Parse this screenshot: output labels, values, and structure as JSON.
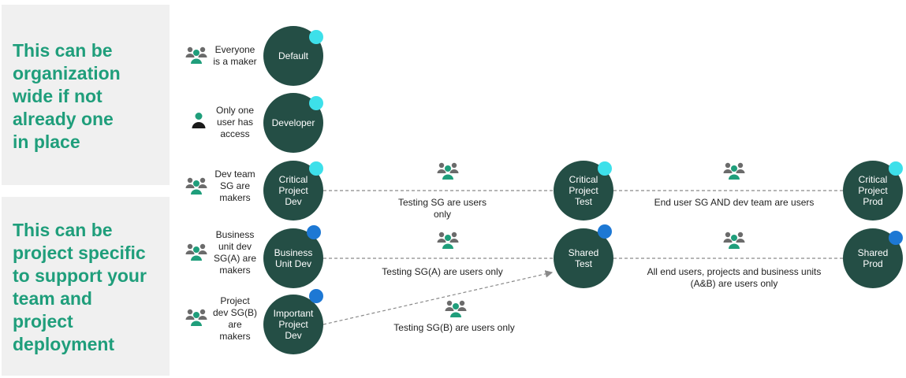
{
  "panels": {
    "organization": "This can be\norganization\nwide if not\nalready one\nin place",
    "project": "This can be\nproject specific\nto support your\nteam and\nproject\ndeployment"
  },
  "user_labels": {
    "default": "Everyone\nis a maker",
    "developer": "Only one\nuser has\naccess",
    "critical": "Dev team\nSG are\nmakers",
    "business": "Business\nunit dev\nSG(A) are\nmakers",
    "important": "Project\ndev SG(B)\nare\nmakers"
  },
  "nodes": {
    "default": "Default",
    "developer": "Developer",
    "critical_dev": "Critical\nProject\nDev",
    "critical_test": "Critical\nProject\nTest",
    "critical_prod": "Critical\nProject\nProd",
    "business_dev": "Business\nUnit Dev",
    "shared_test": "Shared\nTest",
    "shared_prod": "Shared\nProd",
    "important_dev": "Important\nProject\nDev"
  },
  "edge_labels": {
    "critical_dev_test": "Testing SG are users\nonly",
    "critical_test_prod": "End user SG AND dev team are users",
    "business_shared_test": "Testing SG(A) are users only",
    "shared_test_prod": "All end users, projects and business units\n(A&B) are users only",
    "important_shared_test": "Testing SG(B) are users only"
  },
  "colors": {
    "panel_text": "#1f9e7b",
    "node_fill": "#244e45",
    "badge_light": "#3de0ea",
    "badge_dark": "#1d78d4",
    "icon_teal": "#1f9e7b",
    "icon_gray": "#6b6b6b",
    "icon_black": "#1a1a1a"
  },
  "icons": {
    "group": "group-users-icon",
    "single": "single-user-icon"
  }
}
